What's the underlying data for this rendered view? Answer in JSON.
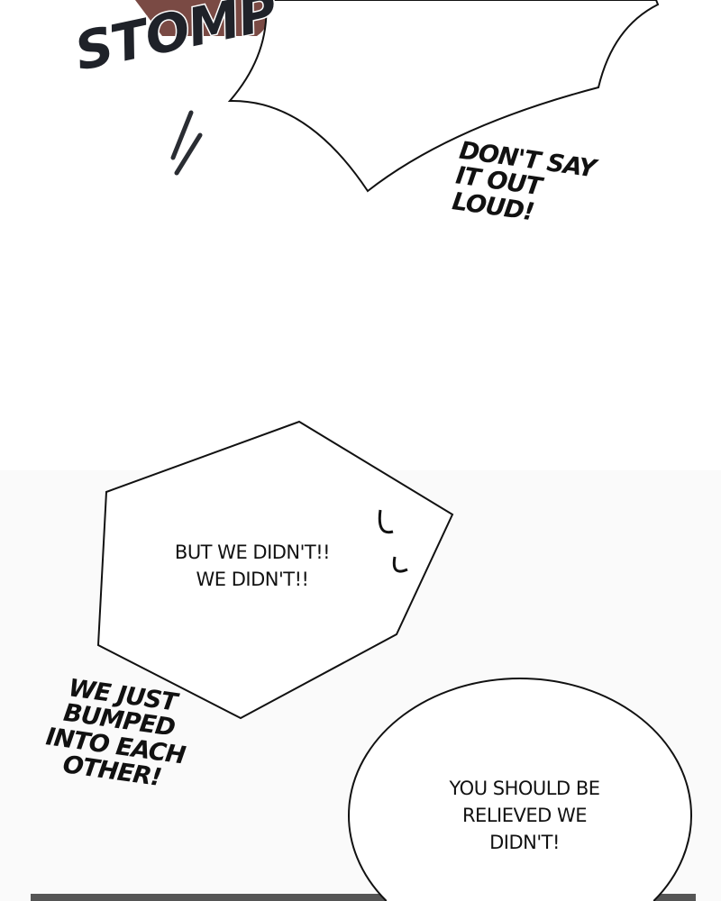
{
  "panels": {
    "sfx_stomp": "STOMP",
    "shout_top": "DON'T SAY IT OUT LOUD!",
    "bubble_pentagon": "BUT WE DIDN'T!! WE DIDN'T!!",
    "shout_bottom": "WE JUST BUMPED INTO EACH OTHER!",
    "bubble_oval": "YOU SHOULD BE RELIEVED WE DIDN'T!"
  },
  "colors": {
    "ink": "#1f2229",
    "brick": "#7a4a44",
    "panel_bg": "#fafafa"
  }
}
